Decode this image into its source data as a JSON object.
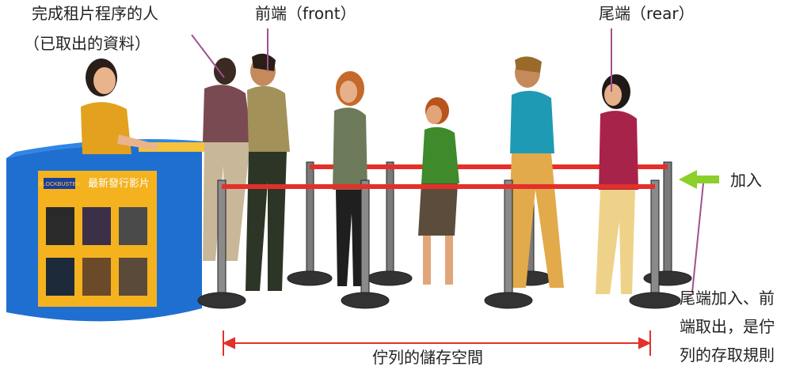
{
  "labels": {
    "served_person_line1": "完成租片程序的人",
    "served_person_line2": "（已取出的資料）",
    "front": "前端（front）",
    "rear": "尾端（rear）",
    "enqueue": "加入",
    "rule_line1": "尾端加入、前",
    "rule_line2": "端取出，是佇",
    "rule_line3": "列的存取規則",
    "storage_space": "佇列的儲存空間"
  },
  "counter": {
    "logo": "BLOCKBUSTER",
    "sign": "最新發行影片"
  },
  "colors": {
    "counter_blue": "#1f6fd0",
    "counter_panel": "#f4b21f",
    "rope": "#e4302a",
    "arrow_green": "#8ccf2a",
    "pointer_line": "#a0518e"
  }
}
